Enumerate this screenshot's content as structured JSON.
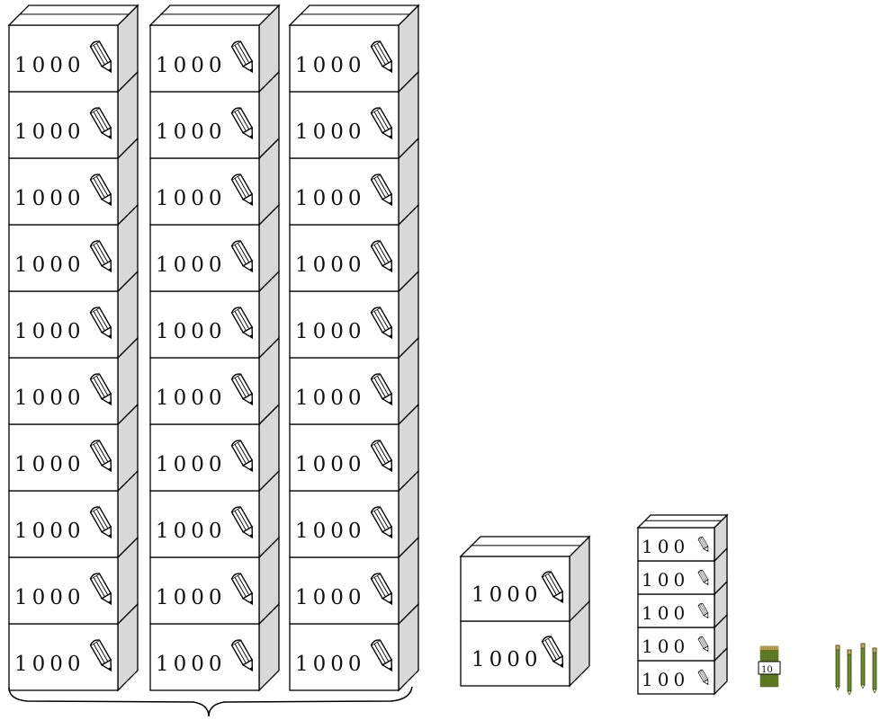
{
  "thousand_columns": [
    {
      "label": "1000",
      "count": 10
    },
    {
      "label": "1000",
      "count": 10
    },
    {
      "label": "1000",
      "count": 10
    }
  ],
  "thousand_extra": {
    "label": "1000",
    "count": 2
  },
  "hundred_stack": {
    "label": "100",
    "count": 5
  },
  "ten_bundle": {
    "label": "10",
    "count": 1
  },
  "single_pencils": {
    "count": 4
  },
  "icons": {
    "box_icon": "pencil-icon",
    "brace": "brace"
  },
  "colors": {
    "stroke": "#000000",
    "box_face": "#ffffff",
    "box_side": "#d8d8d8",
    "pencil": "#6b8a2a"
  }
}
